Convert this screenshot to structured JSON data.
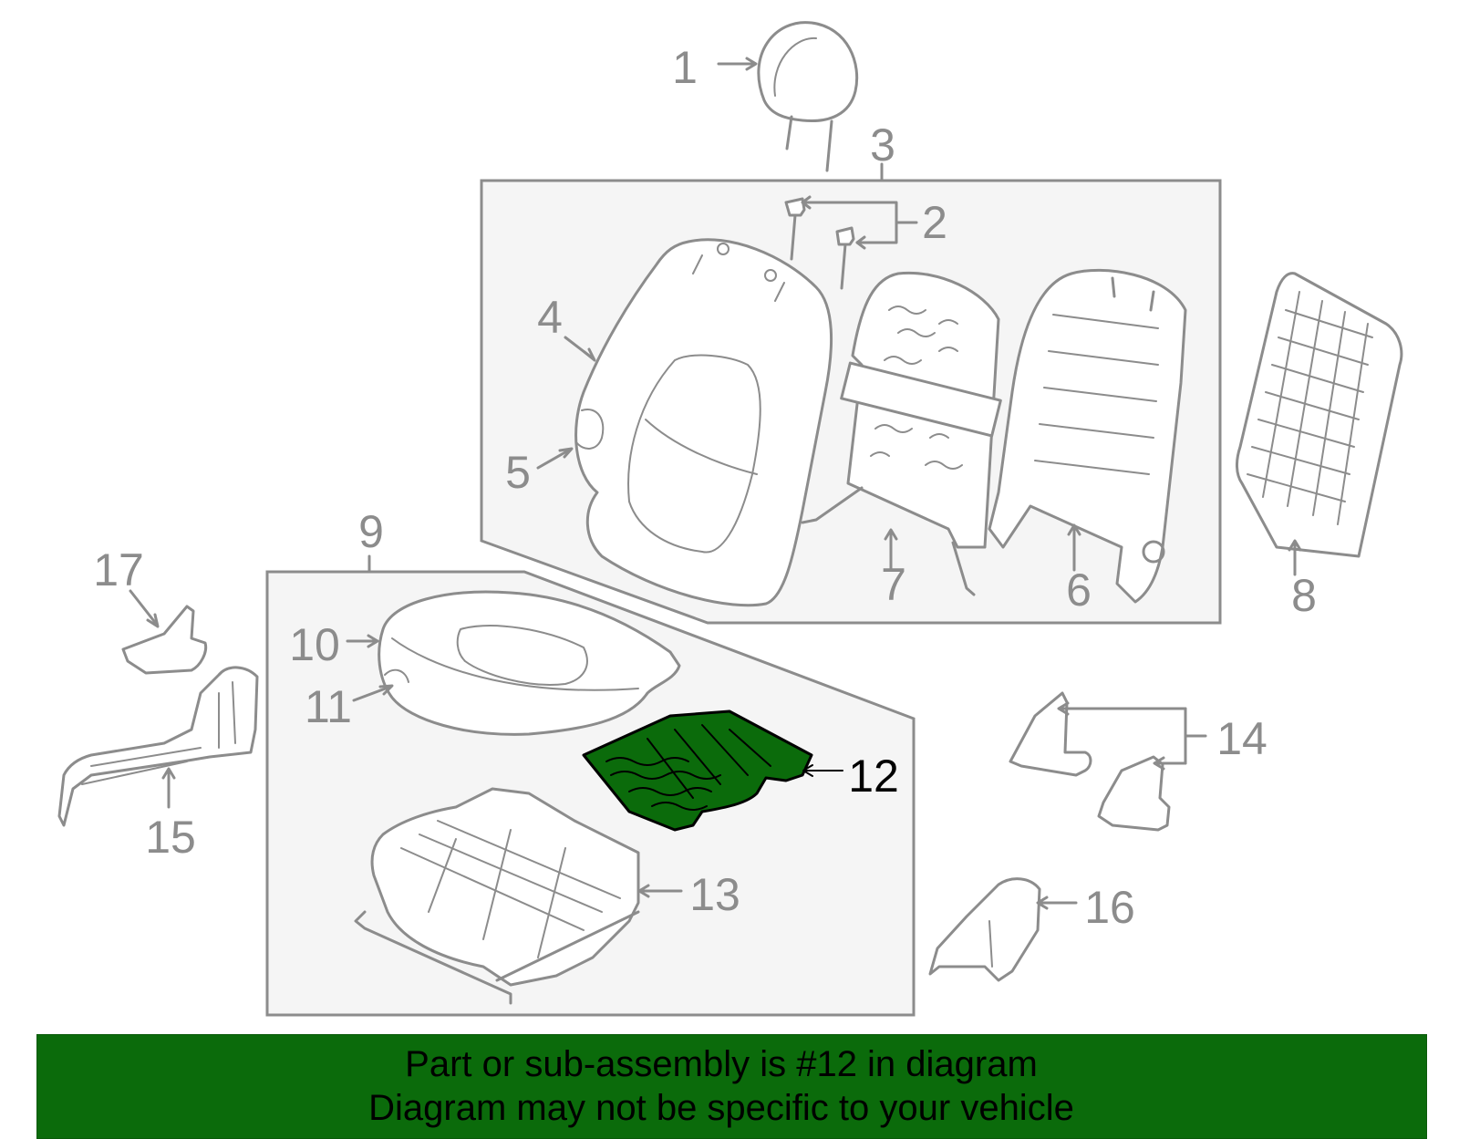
{
  "diagram": {
    "callouts": [
      "1",
      "2",
      "3",
      "4",
      "5",
      "6",
      "7",
      "8",
      "9",
      "10",
      "11",
      "12",
      "13",
      "14",
      "15",
      "16",
      "17"
    ],
    "highlighted_callout": "12",
    "colors": {
      "line": "#8c8c8c",
      "highlight_fill": "#0b6b0b",
      "highlight_stroke": "#000000",
      "group_box_fill": "#f5f5f5"
    }
  },
  "footer": {
    "line1": "Part or sub-assembly is #12 in diagram",
    "line2": "Diagram may not be specific to your vehicle",
    "background": "#0b6b0b"
  }
}
